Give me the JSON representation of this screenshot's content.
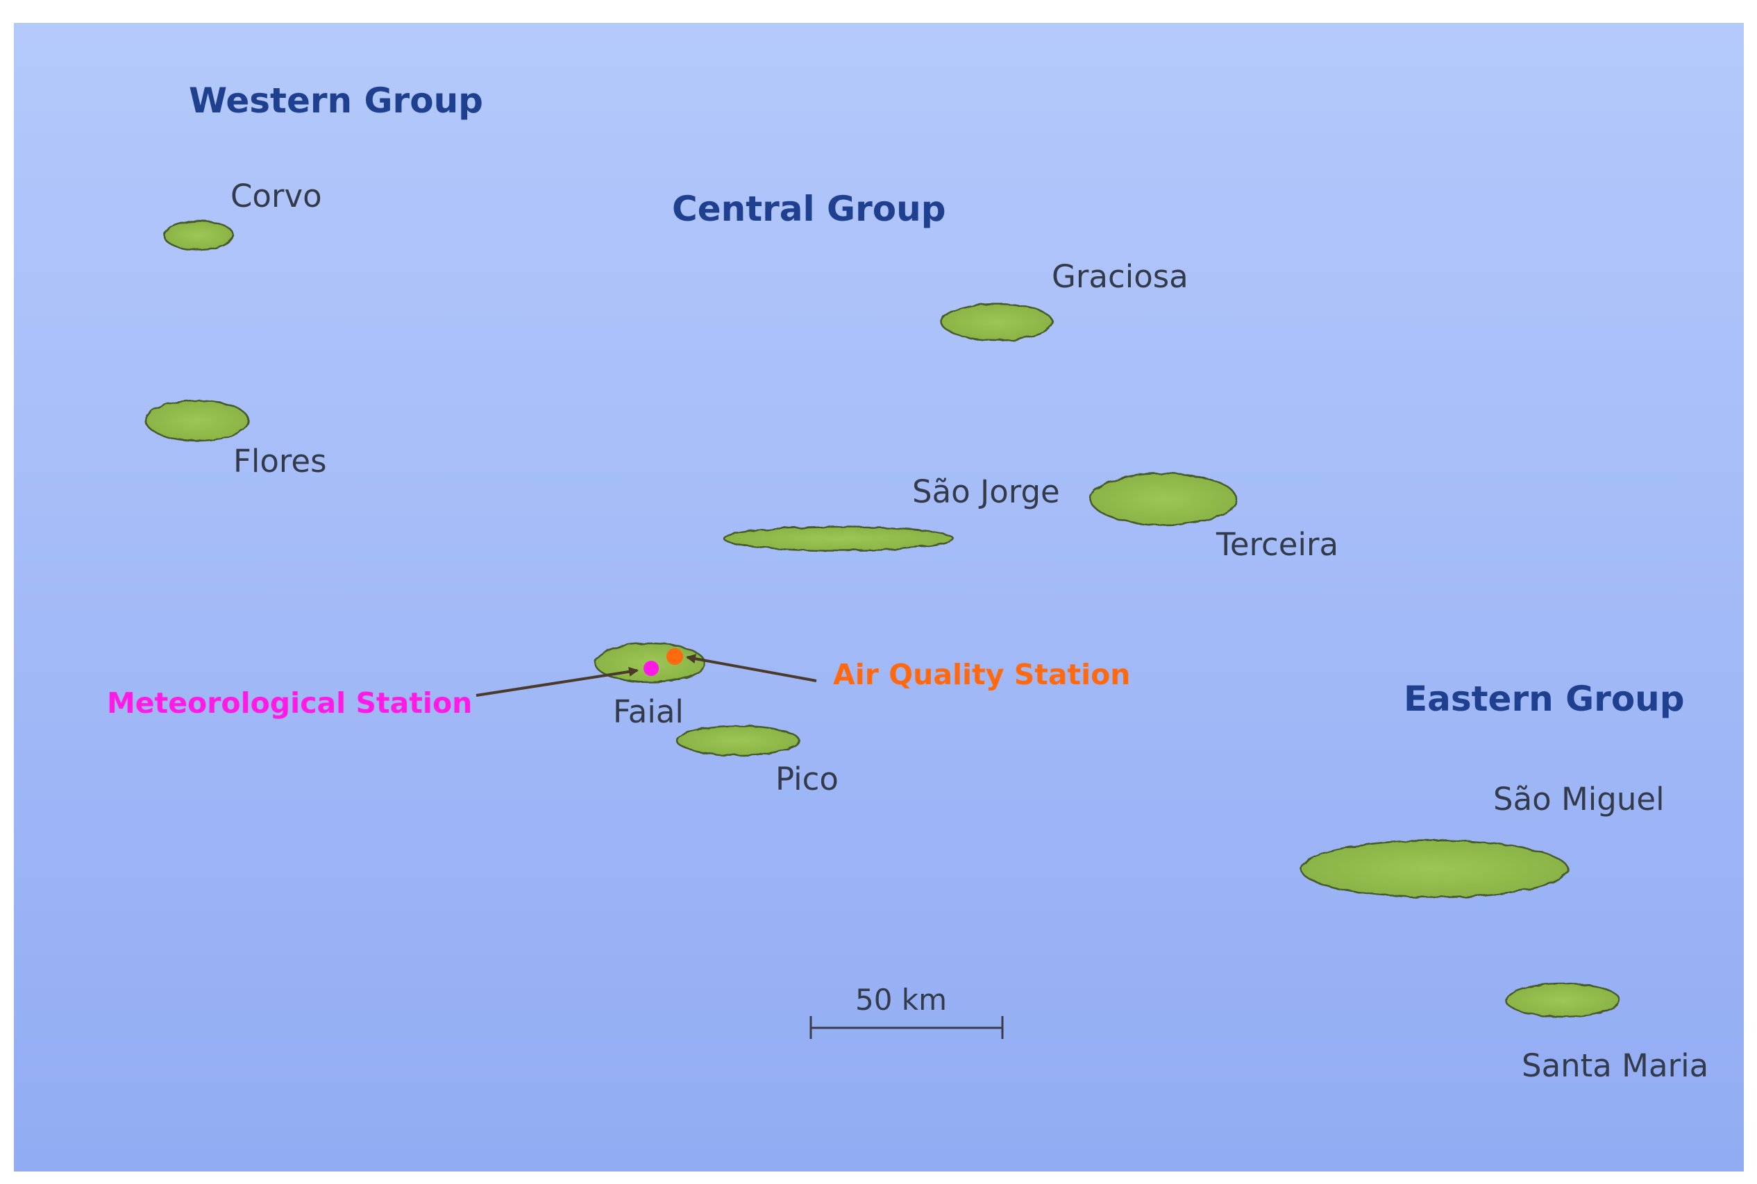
{
  "groups": {
    "western": "Western Group",
    "central": "Central Group",
    "eastern": "Eastern Group"
  },
  "islands": {
    "corvo": "Corvo",
    "flores": "Flores",
    "graciosa": "Graciosa",
    "sao_jorge": "São Jorge",
    "terceira": "Terceira",
    "faial": "Faial",
    "pico": "Pico",
    "sao_miguel": "São Miguel",
    "santa_maria": "Santa Maria"
  },
  "stations": {
    "meteorological": "Meteorological Station",
    "air_quality": "Air Quality Station"
  },
  "scale": {
    "label": "50 km"
  },
  "colors": {
    "ocean_top": "#b4c9fb",
    "ocean_bottom": "#92acf3",
    "land": "#95c04f",
    "group_label": "#1f3f8f",
    "meteorological_station": "#ff1ae6",
    "air_quality_station": "#ff6a10",
    "arrow": "#4a3a2a"
  }
}
